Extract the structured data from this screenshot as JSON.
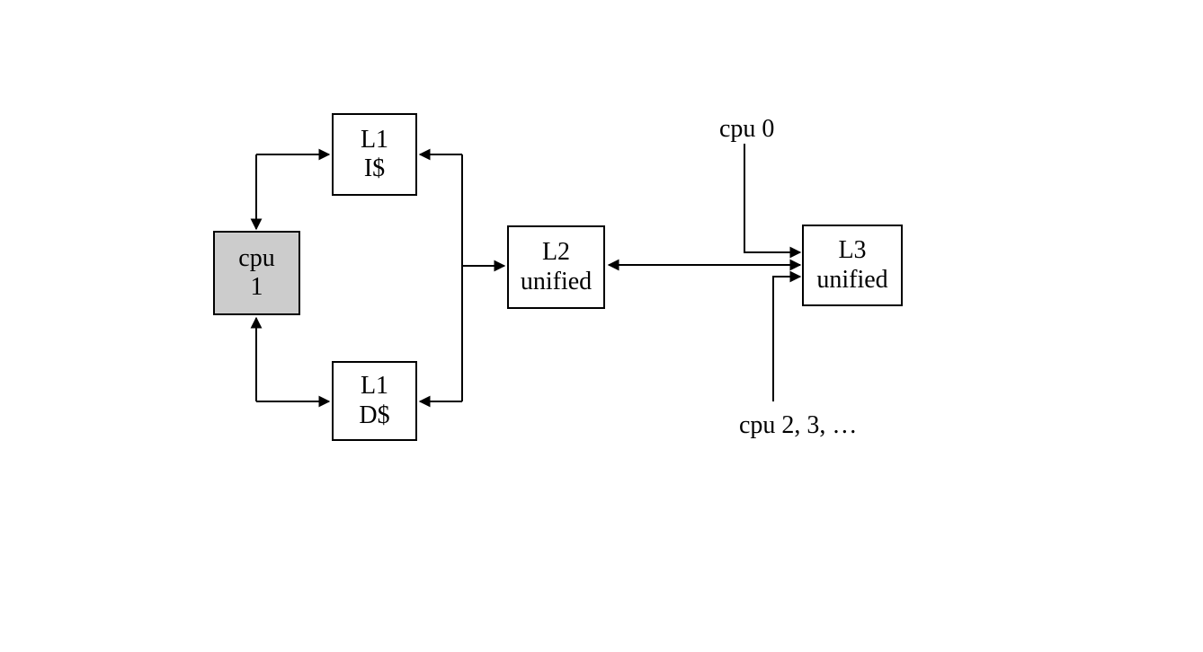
{
  "diagram": {
    "type": "cache-hierarchy-block-diagram",
    "colors": {
      "background": "#ffffff",
      "line": "#000000",
      "box_border": "#000000",
      "box_fill": "#ffffff",
      "cpu1_fill": "#cccccc"
    },
    "nodes": {
      "cpu1": {
        "line1": "cpu",
        "line2": "1"
      },
      "l1i": {
        "line1": "L1",
        "line2": "I$"
      },
      "l1d": {
        "line1": "L1",
        "line2": "D$"
      },
      "l2": {
        "line1": "L2",
        "line2": "unified"
      },
      "l3": {
        "line1": "L3",
        "line2": "unified"
      }
    },
    "labels": {
      "cpu0": "cpu 0",
      "cpu_others": "cpu 2, 3, …"
    },
    "edges": [
      {
        "between": [
          "cpu 1",
          "L1 I$"
        ],
        "arrows": "both"
      },
      {
        "between": [
          "cpu 1",
          "L1 D$"
        ],
        "arrows": "both"
      },
      {
        "between": [
          "L1 I$ / L1 D$ bus",
          "L2 unified"
        ],
        "arrows": "both"
      },
      {
        "between": [
          "L2 unified",
          "L3 unified"
        ],
        "arrows": "both"
      },
      {
        "between": [
          "cpu 0",
          "L3 unified"
        ],
        "arrows": "into L3"
      },
      {
        "between": [
          "cpu 2, 3, …",
          "L3 unified"
        ],
        "arrows": "into L3"
      }
    ]
  }
}
